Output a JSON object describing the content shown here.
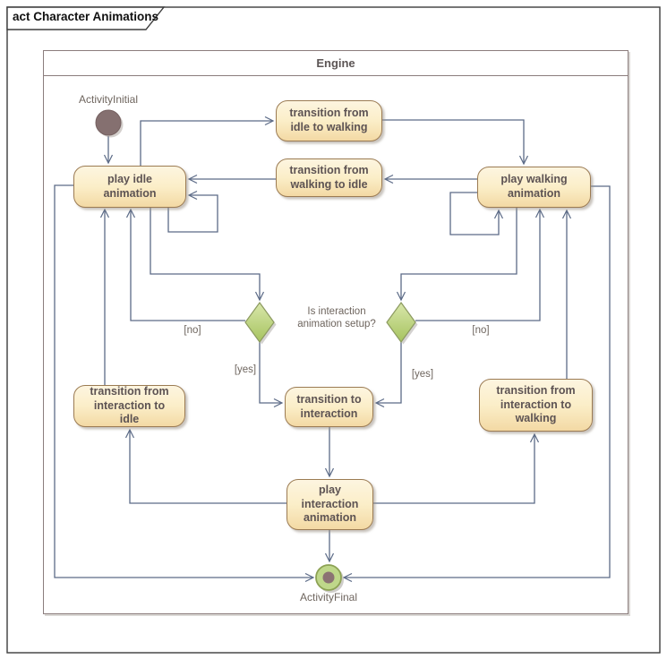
{
  "diagram": {
    "tab_title": "act Character Animations"
  },
  "partition": {
    "title": "Engine"
  },
  "nodes": {
    "play_idle": "play idle animation",
    "transition_idle_to_walking": "transition from idle to walking",
    "transition_walking_to_idle": "transition from walking to idle",
    "play_walking": "play walking animation",
    "transition_interaction_to_idle": "transition from interaction to idle",
    "transition_to_interaction": "transition to interaction",
    "transition_interaction_to_walking": "transition from interaction to walking",
    "play_interaction": "play interaction animation"
  },
  "markers": {
    "activity_initial_label": "ActivityInitial",
    "activity_final_label": "ActivityFinal"
  },
  "decision": {
    "question": "Is interaction animation setup?",
    "guard_yes": "[yes]",
    "guard_no": "[no]"
  },
  "colors": {
    "connector": "#5c6b87",
    "node_border": "#9b7b53",
    "node_fill_top": "#fdf5e0",
    "node_fill_bottom": "#f3d9a4",
    "node_text": "#5d5353",
    "decision_fill_top": "#d9e7ab",
    "decision_fill_bottom": "#a6c35f",
    "decision_border": "#8c9a60",
    "initial_fill": "#857070",
    "final_ring_fill": "#bfd78a",
    "final_ring_border": "#8da254",
    "final_dot": "#8b7273",
    "partition_border": "#8b7d7d",
    "frame_border": "#3c3c3c"
  }
}
